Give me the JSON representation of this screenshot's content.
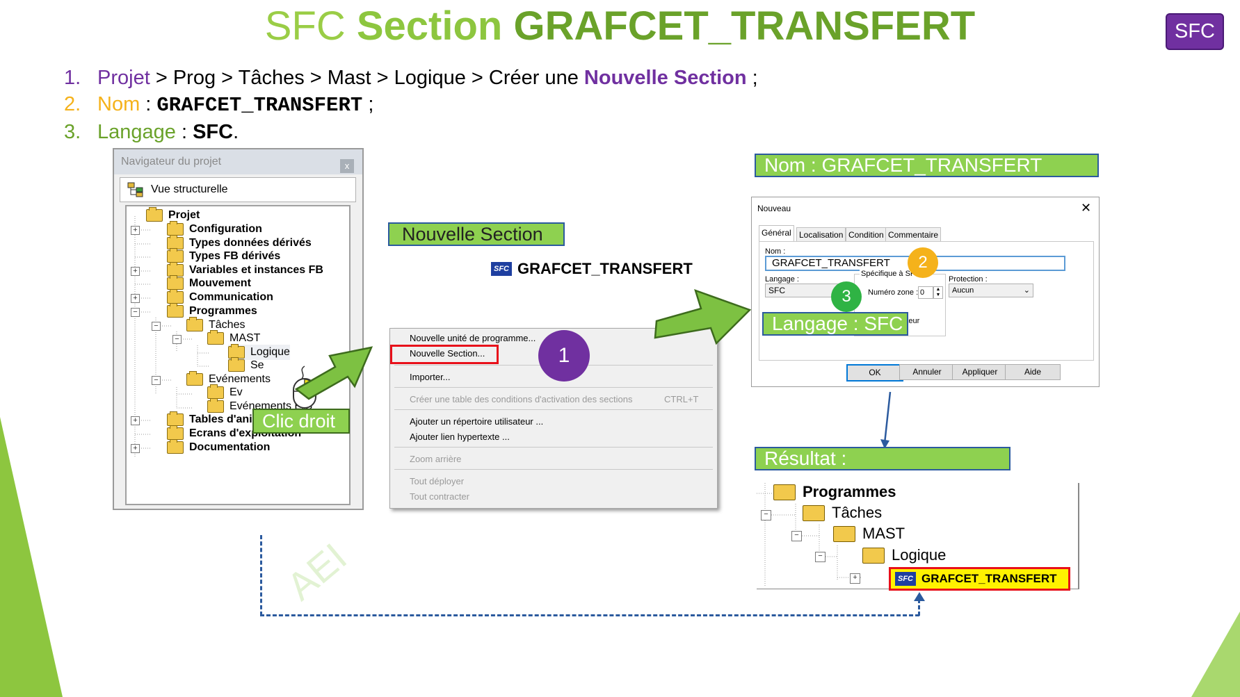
{
  "title": {
    "part1": "SFC ",
    "part2": "Section ",
    "part3": "GRAFCET_TRANSFERT"
  },
  "badge": "SFC",
  "steps": [
    {
      "num": "1.",
      "a": "Projet",
      "b": " > Prog > Tâches > Mast > Logique > Créer une ",
      "c": "Nouvelle Section",
      "d": " ;"
    },
    {
      "num": "2.",
      "a": "Nom",
      "b": " : ",
      "c": "GRAFCET_TRANSFERT",
      "d": " ;"
    },
    {
      "num": "3.",
      "a": "Langage",
      "b": " : ",
      "c": "SFC",
      "d": "."
    }
  ],
  "navigator": {
    "title": "Navigateur du projet",
    "close": "x",
    "view": "Vue structurelle",
    "tree": [
      "Projet",
      "Configuration",
      "Types données dérivés",
      "Types FB dérivés",
      "Variables et instances FB",
      "Mouvement",
      "Communication",
      "Programmes",
      "Tâches",
      "MAST",
      "Logique",
      "Se",
      "Evénements",
      "Ev",
      "Evénements E/S",
      "Tables d'animation",
      "Ecrans d'exploitation",
      "Documentation"
    ]
  },
  "clic_droit": "Clic droit",
  "nouvelle_section_label": "Nouvelle Section",
  "section_icon": "SFC",
  "section_name": "GRAFCET_TRANSFERT",
  "context_menu": {
    "items": [
      "Nouvelle unité de programme...",
      "Nouvelle Section...",
      "Importer...",
      "Créer une table des conditions d'activation des sections",
      "Ajouter un répertoire utilisateur ...",
      "Ajouter lien hypertexte ...",
      "Zoom arrière",
      "Tout déployer",
      "Tout contracter"
    ],
    "shortcut": "CTRL+T"
  },
  "badges": {
    "one": "1",
    "two": "2",
    "three": "3"
  },
  "nom_label": "Nom : GRAFCET_TRANSFERT",
  "dialog": {
    "title": "Nouveau",
    "close": "✕",
    "tabs": [
      "Général",
      "Localisation",
      "Condition",
      "Commentaire"
    ],
    "nom_label": "Nom :",
    "nom_value": "GRAFCET_TRANSFERT",
    "langage_label": "Langage :",
    "langage_value": "SFC",
    "specific_label": "Spécifique à SFC",
    "zone_label": "Numéro zone :",
    "zone_value": "0",
    "protection_label": "Protection :",
    "protection_value": "Aucun",
    "operator_text": "e opérateur",
    "buttons": [
      "OK",
      "Annuler",
      "Appliquer",
      "Aide"
    ]
  },
  "langage_overlay": "Langage : SFC",
  "resultat_label": "Résultat :",
  "result_tree": [
    "Programmes",
    "Tâches",
    "MAST",
    "Logique",
    "GRAFCET_TRANSFERT"
  ],
  "watermark": "AEI",
  "colors": {
    "purple": "#7030a0",
    "orange": "#f5b21b",
    "green": "#6aa22a",
    "label_green": "#8ed150",
    "red": "#e8101a",
    "blue": "#2b5a9e"
  }
}
